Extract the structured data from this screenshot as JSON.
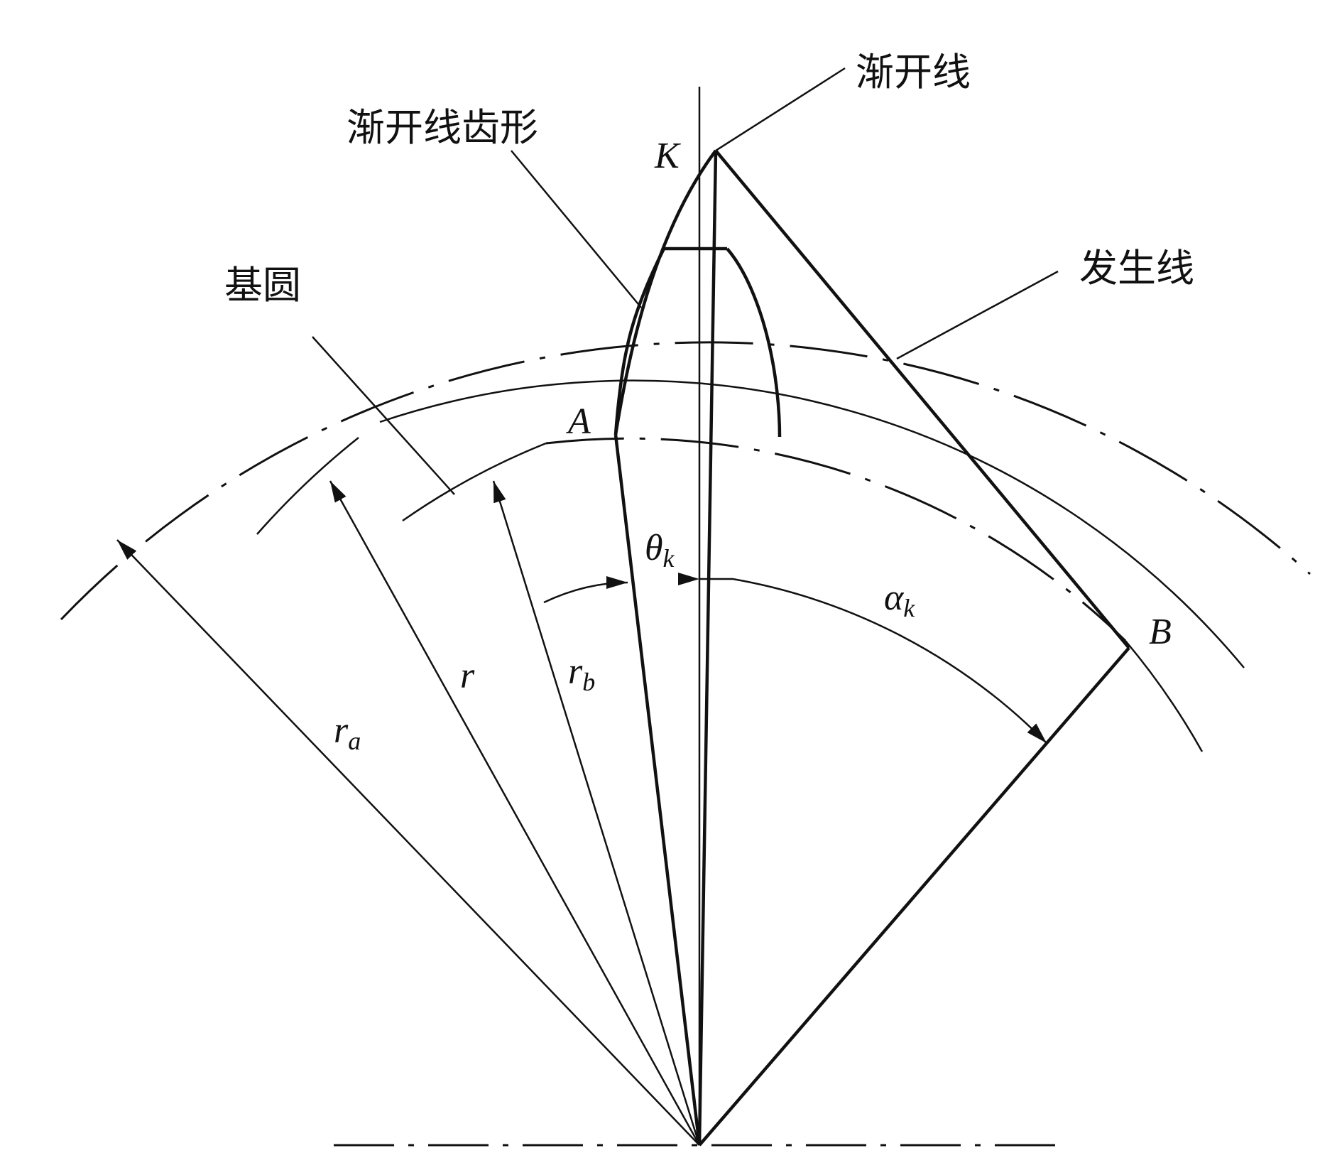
{
  "labels": {
    "involute": "渐开线",
    "involute_tooth_profile": "渐开线齿形",
    "generating_line": "发生线",
    "base_circle": "基圆"
  },
  "points": {
    "K": "K",
    "A": "A",
    "B": "B"
  },
  "symbols": {
    "theta_main": "θ",
    "theta_sub": "k",
    "alpha_main": "α",
    "alpha_sub": "k",
    "r": "r",
    "rb_main": "r",
    "rb_sub": "b",
    "ra_main": "r",
    "ra_sub": "a"
  }
}
